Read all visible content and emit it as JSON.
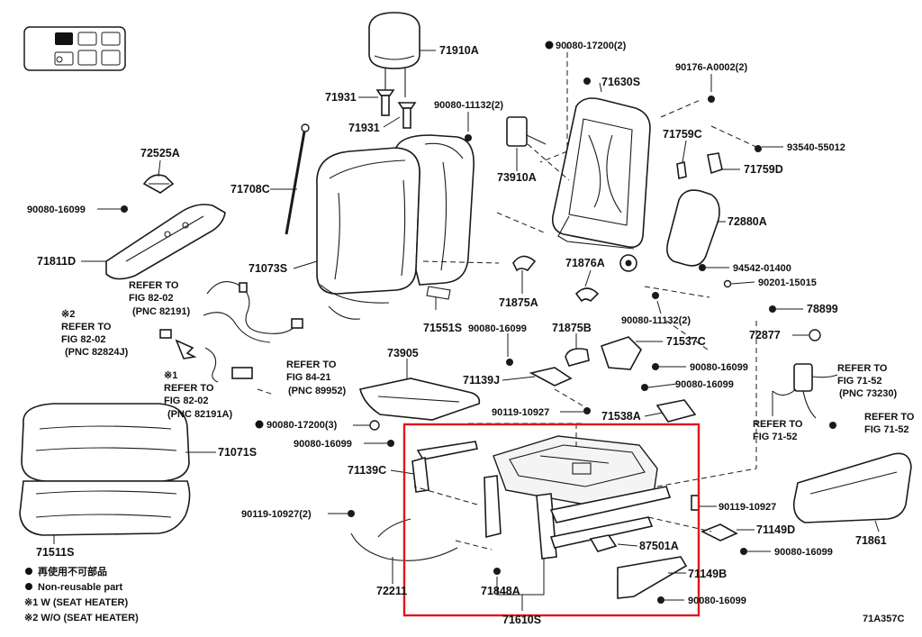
{
  "diagram": {
    "drawing_code": "71A357C",
    "highlight_color": "#e0161b",
    "line_color": "#1a1a1a",
    "labels": {
      "p71910A": "71910A",
      "p71931a": "71931",
      "p71931b": "71931",
      "p90080_17200_2": "90080-17200(2)",
      "p71630S": "71630S",
      "p90176": "90176-A0002(2)",
      "p90080_11132_2a": "90080-11132(2)",
      "p72525A": "72525A",
      "p71708C": "71708C",
      "p73910A": "73910A",
      "p71759C": "71759C",
      "p93540": "93540-55012",
      "p71759D": "71759D",
      "p90080_16099a": "90080-16099",
      "p72880A": "72880A",
      "p71811D": "71811D",
      "p71073S": "71073S",
      "p71876A": "71876A",
      "p94542": "94542-01400",
      "p90201": "90201-15015",
      "p71875A": "71875A",
      "p71551S": "71551S",
      "p78899": "78899",
      "p90080_11132_2b": "90080-11132(2)",
      "p90080_16099b": "90080-16099",
      "p71875B": "71875B",
      "p72877": "72877",
      "p71537C": "71537C",
      "p73905": "73905",
      "p90080_16099c": "90080-16099",
      "p71139J": "71139J",
      "p90080_16099d": "90080-16099",
      "p90119_10927a": "90119-10927",
      "p71538A": "71538A",
      "p71071S": "71071S",
      "p90080_17200_3": "90080-17200(3)",
      "p90080_16099e": "90080-16099",
      "p71139C": "71139C",
      "p90119_10927b": "90119-10927",
      "p90119_10927_2": "90119-10927(2)",
      "p71149D": "71149D",
      "p87501A": "87501A",
      "p90080_16099f": "90080-16099",
      "p71861": "71861",
      "p71511S": "71511S",
      "p71149B": "71149B",
      "p72211": "72211",
      "p71848A": "71848A",
      "p90080_16099g": "90080-16099",
      "p71610S": "71610S"
    },
    "references": {
      "ref1_l1": "REFER TO",
      "ref1_l2": "FIG 82-02",
      "ref1_l3": "(PNC 82191)",
      "ref2_mark": "※2",
      "ref2_l1": "REFER TO",
      "ref2_l2": "FIG 82-02",
      "ref2_l3": "(PNC 82824J)",
      "ref3_l1": "REFER TO",
      "ref3_l2": "FIG 84-21",
      "ref3_l3": "(PNC 89952)",
      "ref4_mark": "※1",
      "ref4_l1": "REFER TO",
      "ref4_l2": "FIG 82-02",
      "ref4_l3": "(PNC 82191A)",
      "ref5_l1": "REFER TO",
      "ref5_l2": "FIG 71-52",
      "ref5_l3": "(PNC 73230)",
      "ref6_l1": "REFER TO",
      "ref6_l2": "FIG 71-52",
      "ref7_l1": "REFER TO",
      "ref7_l2": "FIG 71-52"
    },
    "legend": {
      "line1": "再使用不可部品",
      "line2": "Non-reusable part",
      "line3": "※1  W (SEAT HEATER)",
      "line4": "※2  W/O (SEAT HEATER)"
    }
  }
}
